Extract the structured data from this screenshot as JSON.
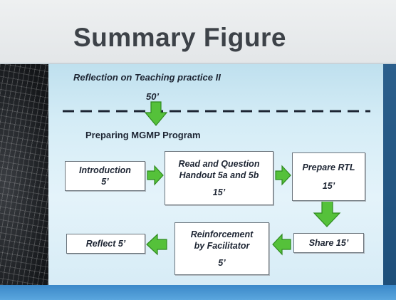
{
  "slide": {
    "title": "Summary Figure",
    "reflection_label": "Reflection on Teaching practice II",
    "reflection_duration": "50’",
    "section_label": "Preparing MGMP Program"
  },
  "boxes": {
    "introduction": {
      "line1": "Introduction",
      "line2": "5’"
    },
    "read_question": {
      "line1": "Read and Question",
      "line2": "Handout 5a and 5b",
      "line3": "15’"
    },
    "prepare_rtl": {
      "line1": "Prepare  RTL",
      "line2": "15’"
    },
    "share": {
      "line1": "Share 15’"
    },
    "reinforcement": {
      "line1": "Reinforcement",
      "line2": "by Facilitator",
      "line3": "5’"
    },
    "reflect": {
      "line1": "Reflect 5’"
    }
  },
  "colors": {
    "arrow_fill": "#55c13a",
    "arrow_stroke": "#2f8a1f",
    "title_text": "#3d4248",
    "body_background": "#d4ecf6",
    "bottom_bar": "#4a98d4"
  },
  "icons": {
    "flow_arrow": "block-arrow-icon"
  }
}
